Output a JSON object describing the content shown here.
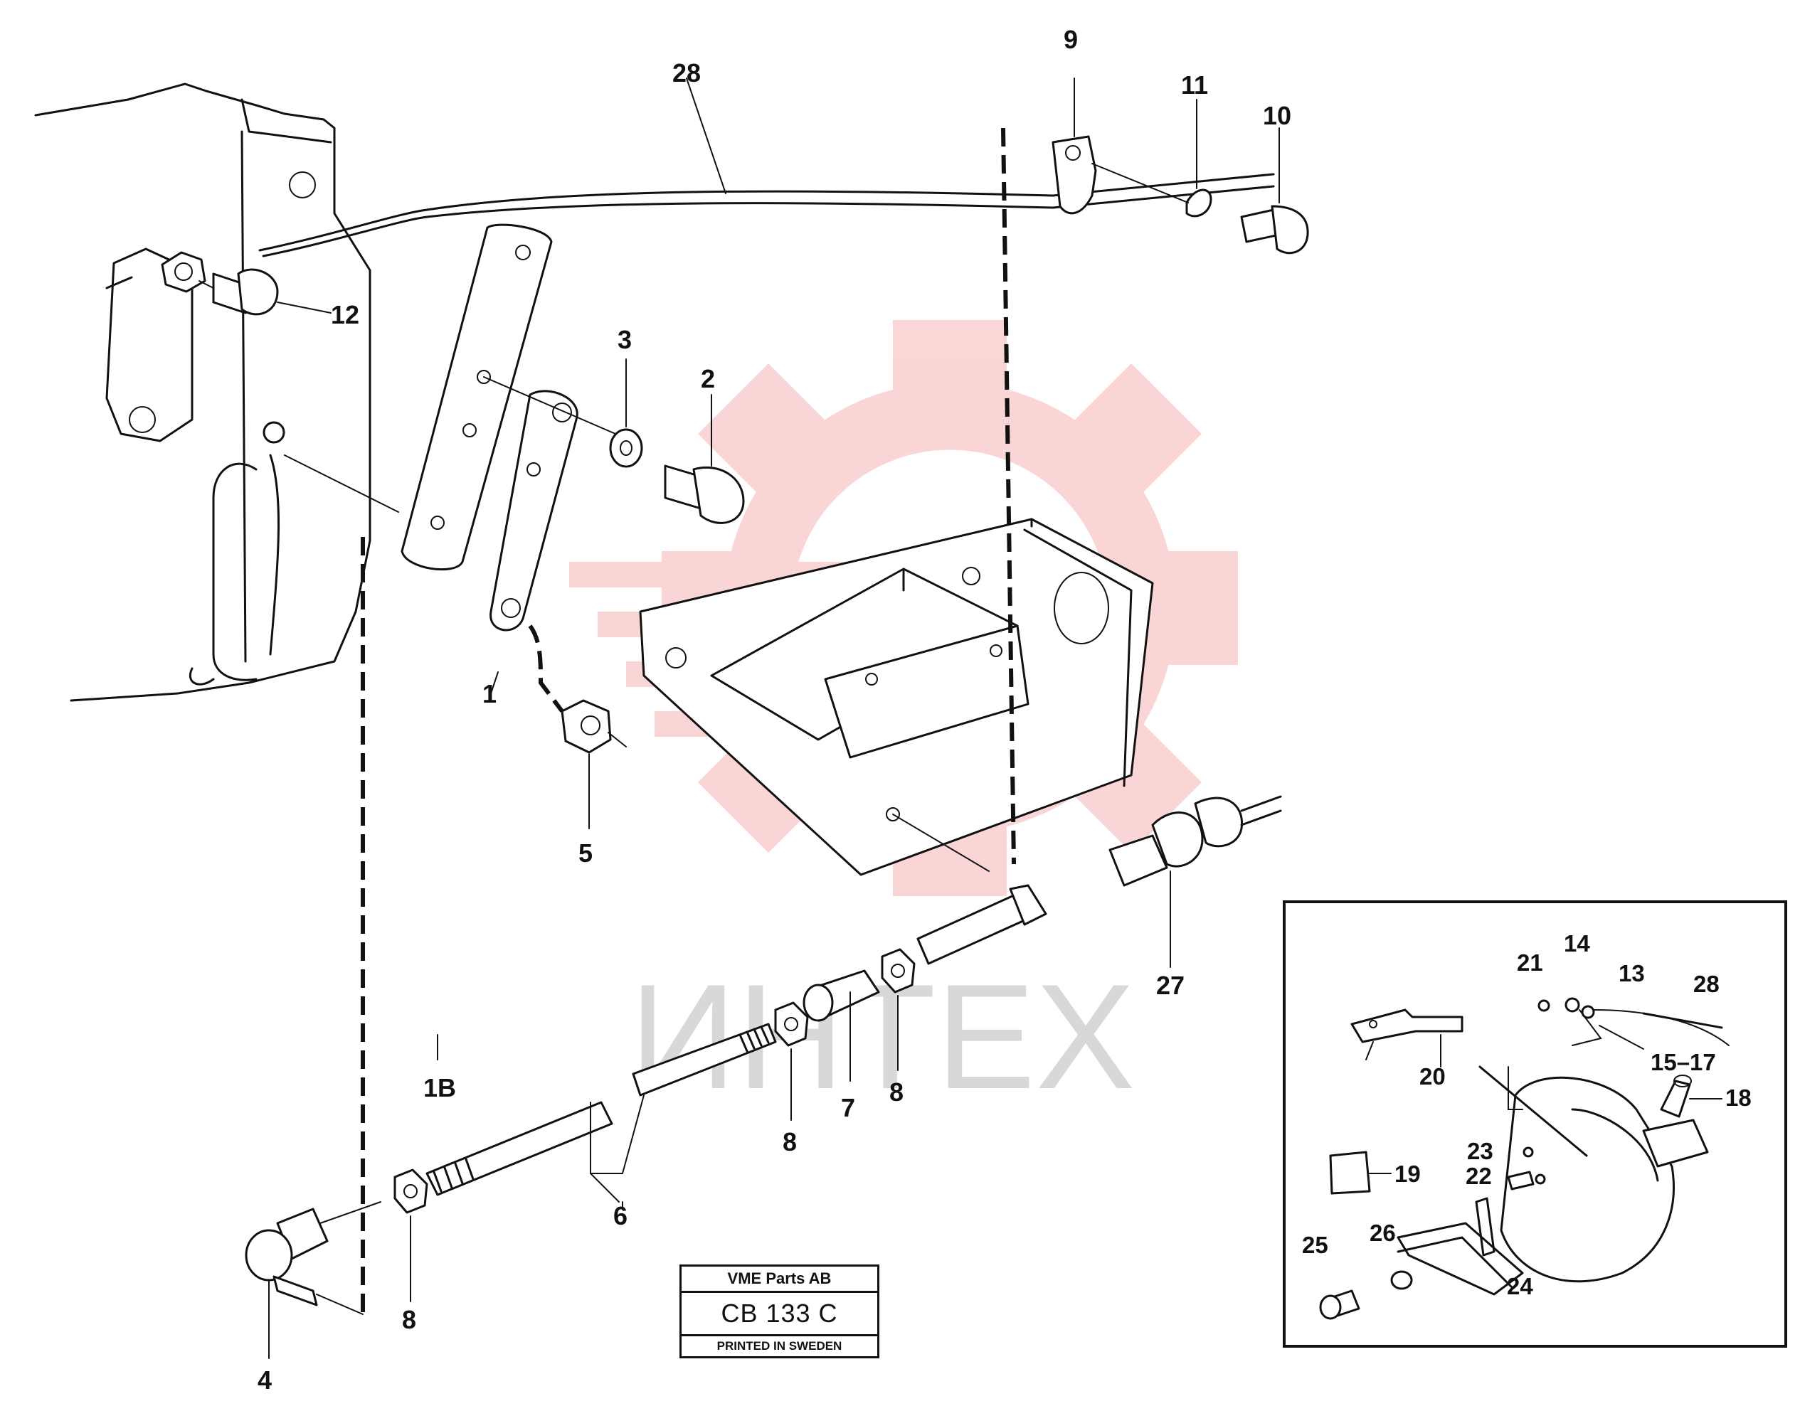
{
  "stamp": {
    "company": "VME Parts AB",
    "code": "CB 133 C",
    "printed": "PRINTED IN SWEDEN"
  },
  "watermark": {
    "text": "ИНТЕХ",
    "color": "#f2a0a0"
  },
  "callouts": {
    "c1": "1",
    "c1b": "1B",
    "c2": "2",
    "c3": "3",
    "c4": "4",
    "c5": "5",
    "c6": "6",
    "c7": "7",
    "c8a": "8",
    "c8b": "8",
    "c8c": "8",
    "c9": "9",
    "c10": "10",
    "c11": "11",
    "c12": "12",
    "c27": "27",
    "c28": "28"
  },
  "inset": {
    "c13": "13",
    "c14": "14",
    "c15_17": "15–17",
    "c18": "18",
    "c19": "19",
    "c20": "20",
    "c21": "21",
    "c22": "22",
    "c23": "23",
    "c24": "24",
    "c25": "25",
    "c26": "26",
    "c28": "28"
  }
}
